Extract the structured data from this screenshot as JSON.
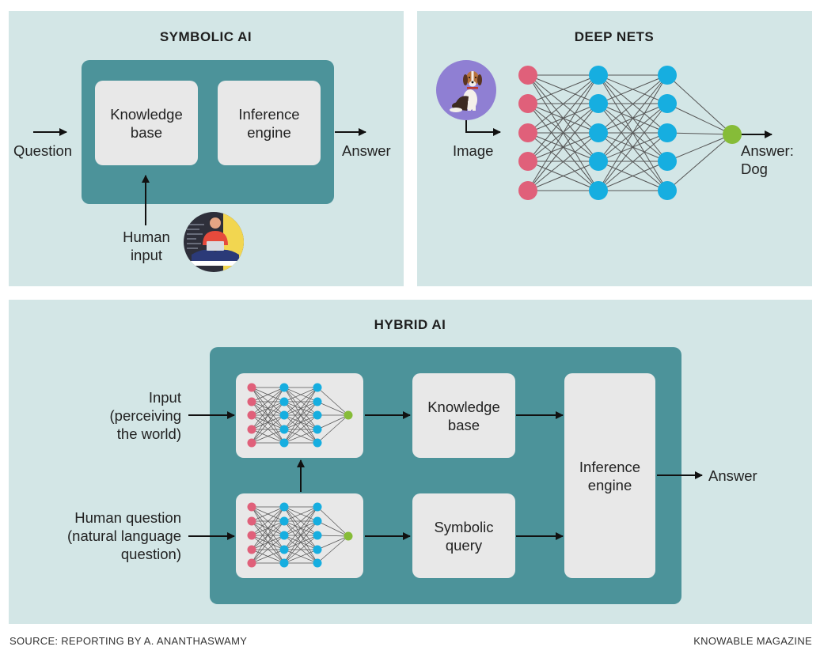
{
  "colors": {
    "panel_bg": "#d3e6e6",
    "block_bg": "#4c939a",
    "box_bg": "#e8e8e8",
    "input_node": "#e0607a",
    "hidden_node": "#16aee0",
    "output_node": "#86bc38",
    "edge": "#555555"
  },
  "symbolic": {
    "title": "SYMBOLIC AI",
    "knowledge_base": "Knowledge\nbase",
    "inference_engine": "Inference\nengine",
    "question": "Question",
    "answer": "Answer",
    "human_input": "Human\ninput",
    "human_icon": "person-with-laptop-icon"
  },
  "deepnets": {
    "title": "DEEP NETS",
    "image_label": "Image",
    "answer": "Answer:\nDog",
    "dog_icon": "dog-icon"
  },
  "hybrid": {
    "title": "HYBRID AI",
    "input_label": "Input\n(perceiving\nthe world)",
    "human_question": "Human question\n(natural language\nquestion)",
    "knowledge_base": "Knowledge\nbase",
    "symbolic_query": "Symbolic\nquery",
    "inference_engine": "Inference\nengine",
    "answer": "Answer"
  },
  "footer": {
    "source": "SOURCE: REPORTING BY A. ANANTHASWAMY",
    "brand": "KNOWABLE MAGAZINE"
  }
}
